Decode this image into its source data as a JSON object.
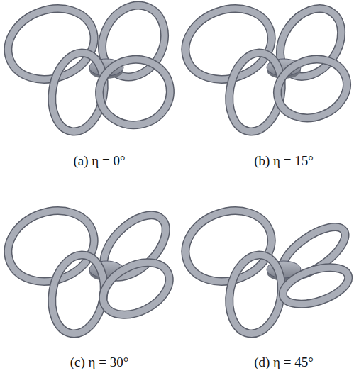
{
  "diagram": {
    "labels": [
      "(a) η = 0°",
      "(b) η = 15°",
      "(c) η = 30°",
      "(d) η = 45°"
    ]
  }
}
